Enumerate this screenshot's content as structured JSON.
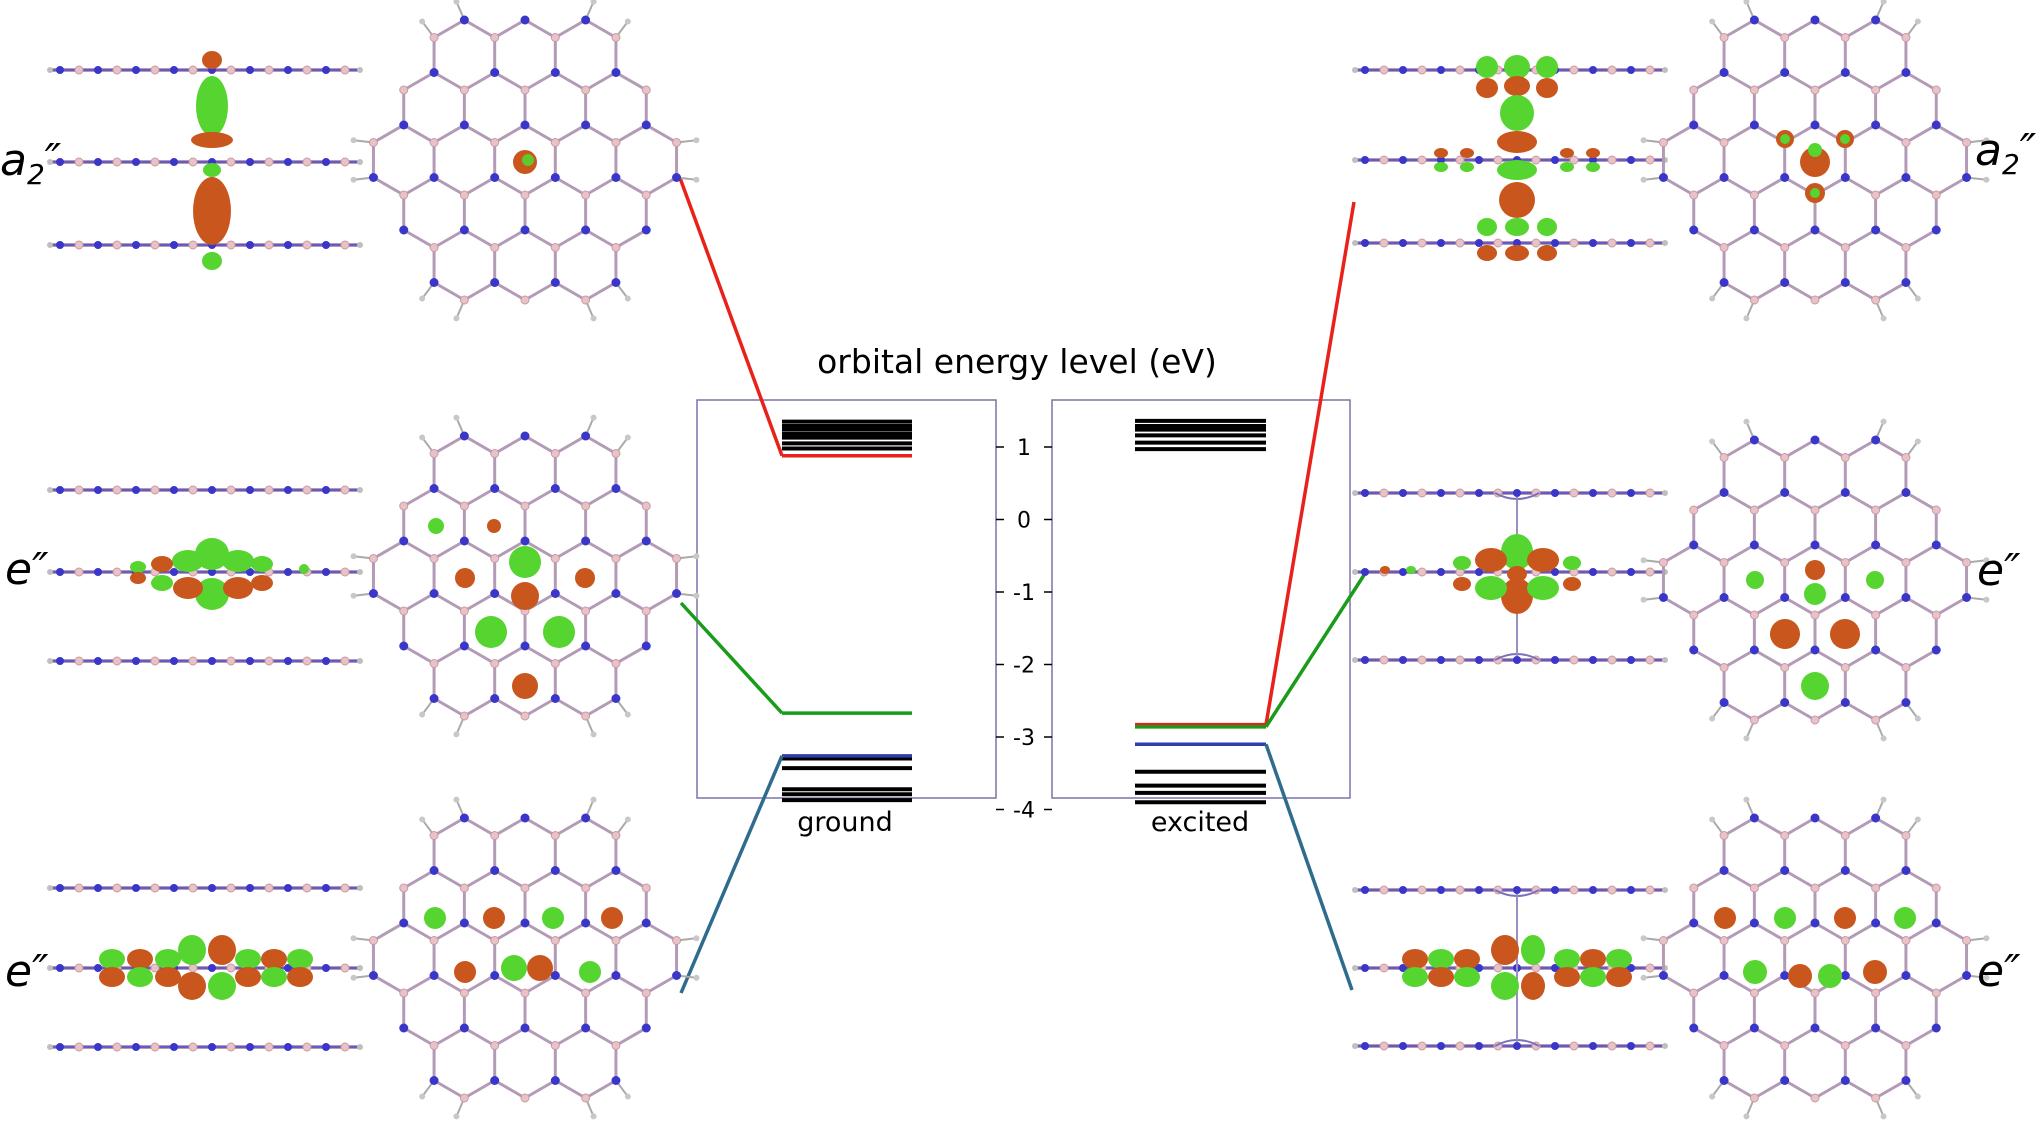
{
  "title": "orbital energy level (eV)",
  "chart_data": {
    "type": "energy-level-diagram",
    "title": "orbital energy level (eV)",
    "ylim": [
      -4,
      1.45
    ],
    "yticks": [
      1,
      0,
      -1,
      -2,
      -3,
      -4
    ],
    "ytick_labels": [
      "1",
      "0",
      "-1",
      "-2",
      "-3",
      "-4"
    ],
    "panels": [
      {
        "label": "ground",
        "side": "left",
        "levels_black": [
          1.35,
          1.29,
          1.24,
          1.18,
          1.13,
          1.05,
          0.98,
          -3.28,
          -3.43,
          -3.72,
          -3.79,
          -3.87
        ],
        "levels_thin": [
          -3.31,
          -3.43
        ],
        "highlighted": [
          {
            "orbital": "a2″",
            "energy": 0.88,
            "color": "#e8211b"
          },
          {
            "orbital": "e″",
            "energy": -2.67,
            "color": "#1a9c1a"
          },
          {
            "orbital": "e″",
            "energy": -3.26,
            "color": "#2e3fa8"
          }
        ]
      },
      {
        "label": "excited",
        "side": "right",
        "levels_black": [
          1.36,
          1.29,
          1.24,
          1.16,
          1.06,
          0.97,
          -3.48,
          -3.67,
          -3.77,
          -3.9
        ],
        "levels_thin": [],
        "highlighted": [
          {
            "orbital": "a2″",
            "energy": -2.83,
            "color": "#e8211b"
          },
          {
            "orbital": "e″",
            "energy": -2.86,
            "color": "#1a9c1a"
          },
          {
            "orbital": "e″",
            "energy": -3.1,
            "color": "#2e3fa8"
          }
        ]
      }
    ]
  },
  "orbital_labels": {
    "left": [
      {
        "main": "a",
        "sub": "2",
        "prime": "″"
      },
      {
        "main": "e",
        "sub": "",
        "prime": "″"
      },
      {
        "main": "e",
        "sub": "",
        "prime": "″"
      }
    ],
    "right": [
      {
        "main": "a",
        "sub": "2",
        "prime": "″"
      },
      {
        "main": "e",
        "sub": "",
        "prime": "″"
      },
      {
        "main": "e",
        "sub": "",
        "prime": "″"
      }
    ]
  },
  "colors": {
    "red": "#e8211b",
    "green": "#1a9c1a",
    "blue": "#2e3fa8",
    "teal": "#2f6b8c",
    "lobe_orange": "#c9561c",
    "lobe_green": "#56d430",
    "atom_B": "#e9c2c8",
    "atom_N": "#3a36c9",
    "atom_H": "#c8c8c8",
    "bond": "#b39ab7",
    "frame": "#7f72a8"
  }
}
